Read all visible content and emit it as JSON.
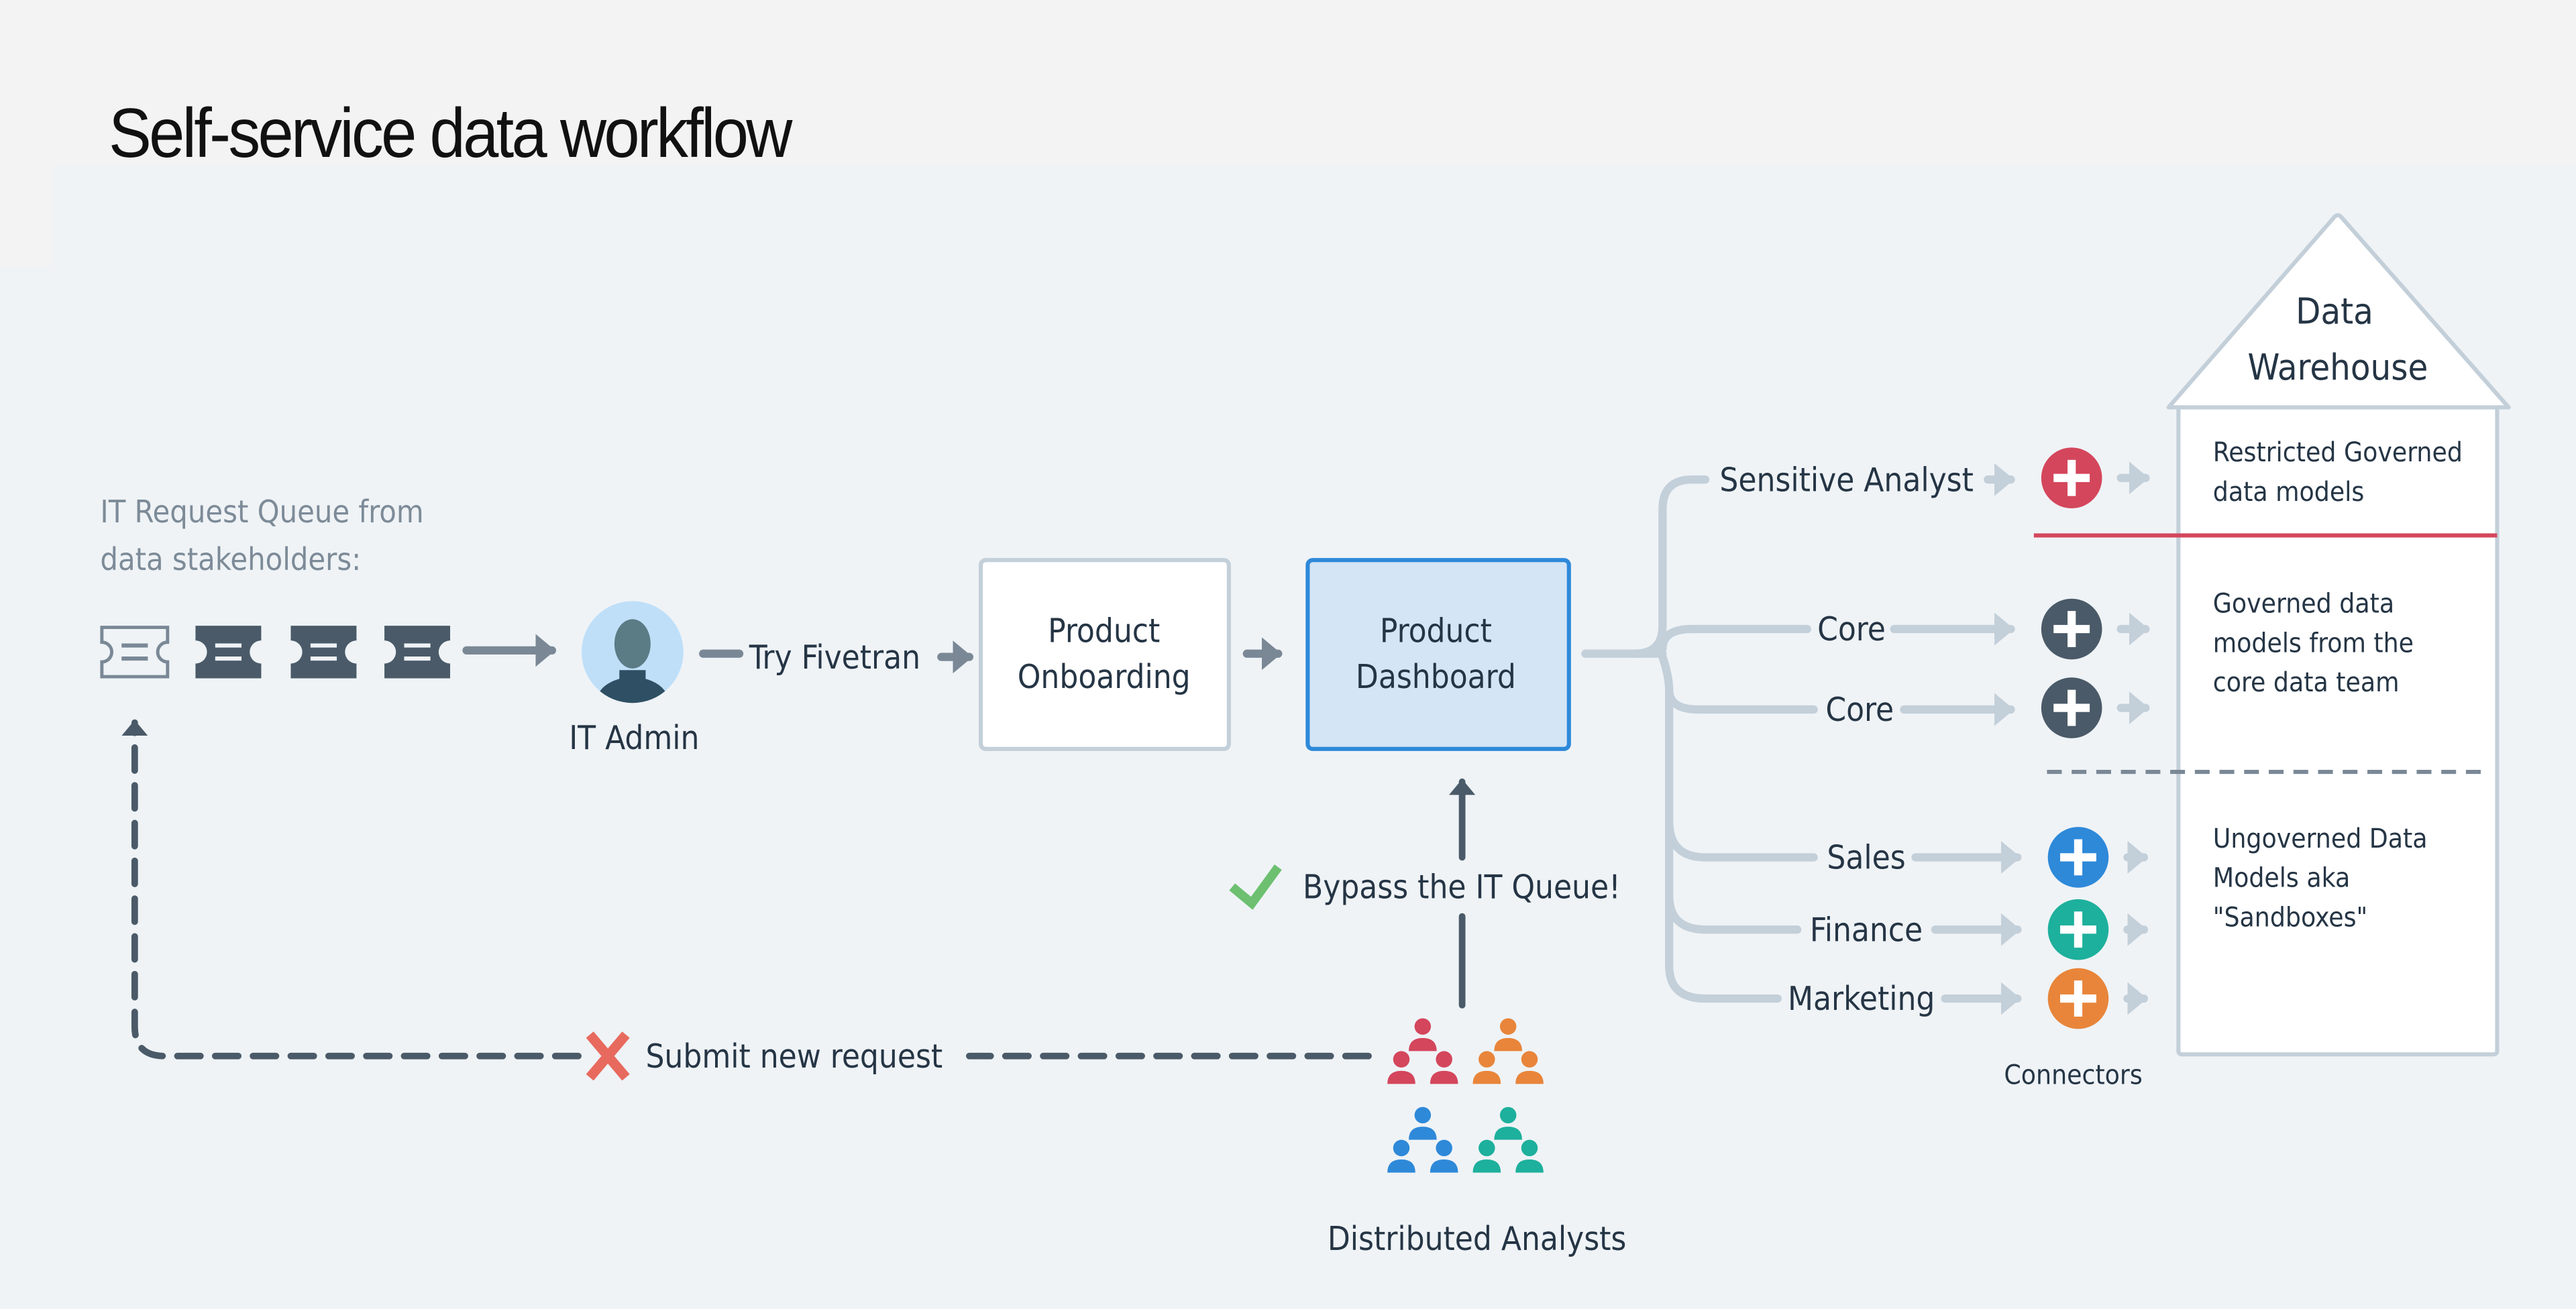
{
  "title": "Self-service data workflow",
  "queue": {
    "caption_line1": "IT Request Queue from",
    "caption_line2": "data stakeholders:",
    "tickets": [
      {
        "icon": "ticket-outline-icon",
        "state": "open"
      },
      {
        "icon": "ticket-icon",
        "state": "filled"
      },
      {
        "icon": "ticket-icon",
        "state": "filled"
      },
      {
        "icon": "ticket-icon",
        "state": "filled"
      }
    ]
  },
  "it_admin": {
    "label": "IT Admin",
    "icon": "user-avatar-icon"
  },
  "try_fivetran": {
    "label": "Try Fivetran"
  },
  "product_onboarding": {
    "line1": "Product",
    "line2": "Onboarding"
  },
  "product_dashboard": {
    "line1": "Product",
    "line2": "Dashboard"
  },
  "bypass": {
    "label": "Bypass the IT Queue!",
    "icon": "checkmark-icon"
  },
  "submit": {
    "label": "Submit new request",
    "icon": "x-mark-icon"
  },
  "analysts": {
    "label": "Distributed Analysts",
    "groups": [
      {
        "color": "#d4465c"
      },
      {
        "color": "#e8853a"
      },
      {
        "color": "#2e89d9"
      },
      {
        "color": "#1db09c"
      }
    ]
  },
  "branches": [
    {
      "label": "Sensitive Analyst",
      "connector_color": "#d4465c"
    },
    {
      "label": "Core",
      "connector_color": "#4a5a68"
    },
    {
      "label": "Core",
      "connector_color": "#4a5a68"
    },
    {
      "label": "Sales",
      "connector_color": "#2e89d9"
    },
    {
      "label": "Finance",
      "connector_color": "#1db09c"
    },
    {
      "label": "Marketing",
      "connector_color": "#e8853a"
    }
  ],
  "connectors_label": "Connectors",
  "warehouse": {
    "title_line1": "Data",
    "title_line2": "Warehouse",
    "sections": [
      {
        "lines": [
          "Restricted Governed",
          "data models"
        ]
      },
      {
        "lines": [
          "Governed data",
          "models from the",
          "core data team"
        ]
      },
      {
        "lines": [
          "Ungoverned Data",
          "Models aka",
          "\"Sandboxes\""
        ]
      }
    ]
  },
  "colors": {
    "accent_blue": "#2e89d9",
    "dashboard_fill": "#d4e5f6",
    "line_light": "#c3cfd9",
    "line_dark": "#4a5a68",
    "arrow_mid": "#7a8896",
    "restricted_divider": "#d4465c",
    "check_green": "#6cc070",
    "cross_red": "#e86a5e"
  }
}
